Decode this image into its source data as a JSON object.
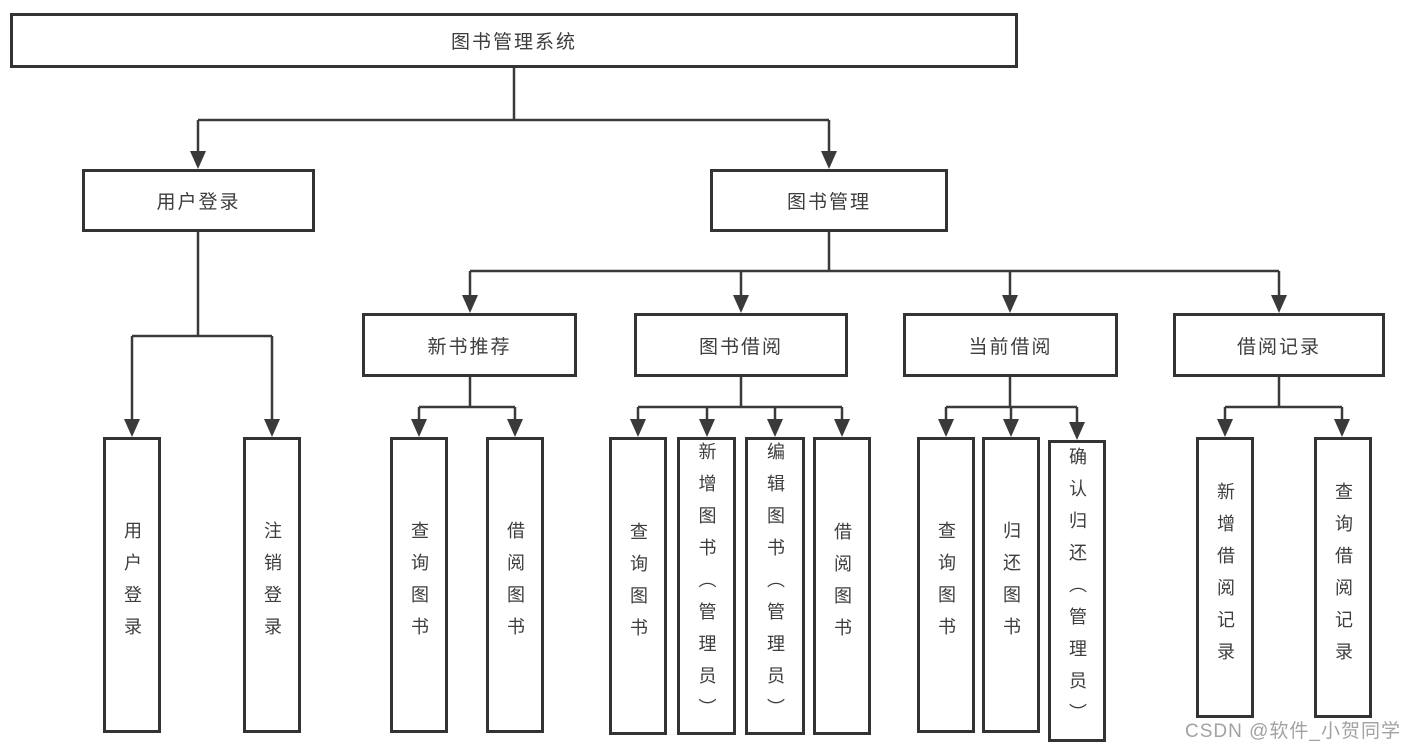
{
  "nodes": {
    "root": "图书管理系统",
    "user_login": "用户登录",
    "book_management": "图书管理",
    "new_book_recommend": "新书推荐",
    "book_borrow": "图书借阅",
    "current_borrow": "当前借阅",
    "borrow_records": "借阅记录",
    "leaf_user_login": "用户登录",
    "leaf_logout": "注销登录",
    "leaf_query_book_1": "查询图书",
    "leaf_borrow_book_1": "借阅图书",
    "leaf_query_book_2": "查询图书",
    "leaf_add_book_admin": "新增图书（管理员）",
    "leaf_edit_book_admin": "编辑图书（管理员）",
    "leaf_borrow_book_2": "借阅图书",
    "leaf_query_book_3": "查询图书",
    "leaf_return_book": "归还图书",
    "leaf_confirm_return_admin": "确认归还（管理员）",
    "leaf_add_borrow_record": "新增借阅记录",
    "leaf_query_borrow_record": "查询借阅记录"
  },
  "watermark": "CSDN @软件_小贺同学",
  "colors": {
    "line": "#3a3a3a",
    "box_border": "#333333",
    "text": "#3d3d3d",
    "watermark": "#a2a2a2",
    "background": "#ffffff"
  }
}
